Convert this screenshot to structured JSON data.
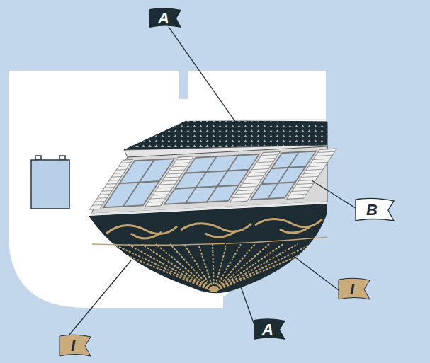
{
  "diagram": {
    "labels": [
      "A",
      "B",
      "I",
      "A",
      "I"
    ]
  }
}
